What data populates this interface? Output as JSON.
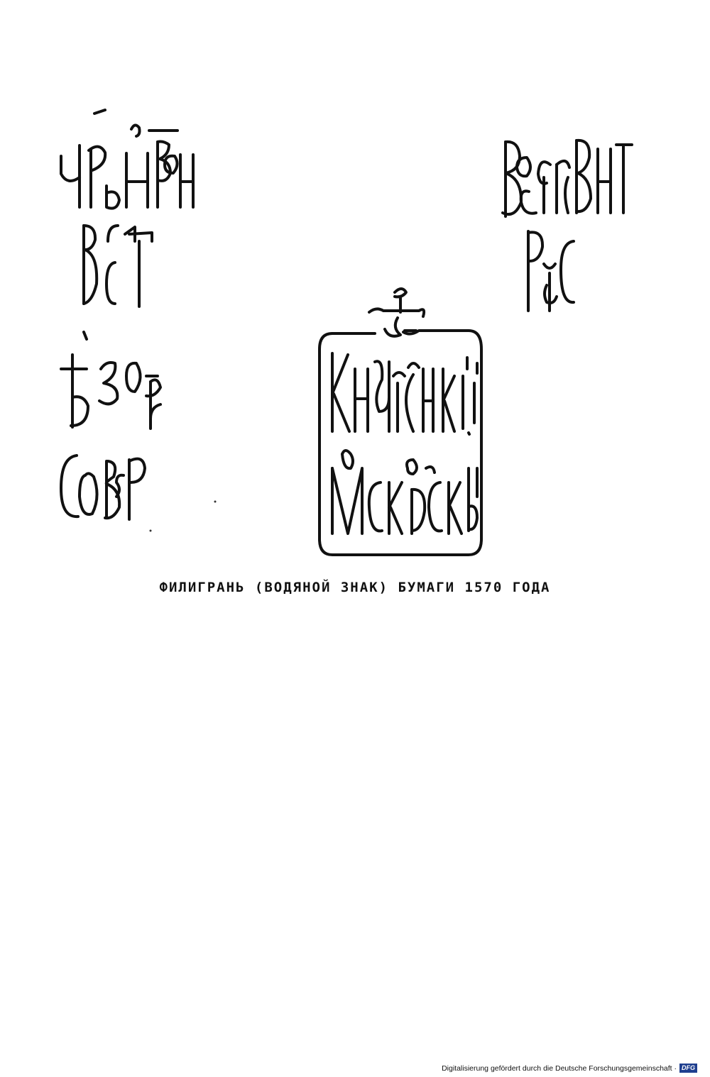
{
  "document": {
    "caption": "ФИЛИГРАНЬ (ВОДЯНОЙ ЗНАК) БУМАГИ 1570 ГОДА",
    "footer_text": "Digitalisierung gefördert durch die Deutsche Forschungsgemeinschaft ·",
    "footer_logo": "DFG"
  },
  "figures": {
    "left_inscription": "handwritten-old-slavonic-inscription",
    "right_inscription": "handwritten-old-slavonic-inscription",
    "center_watermark": "watermark-seal-with-cross"
  }
}
